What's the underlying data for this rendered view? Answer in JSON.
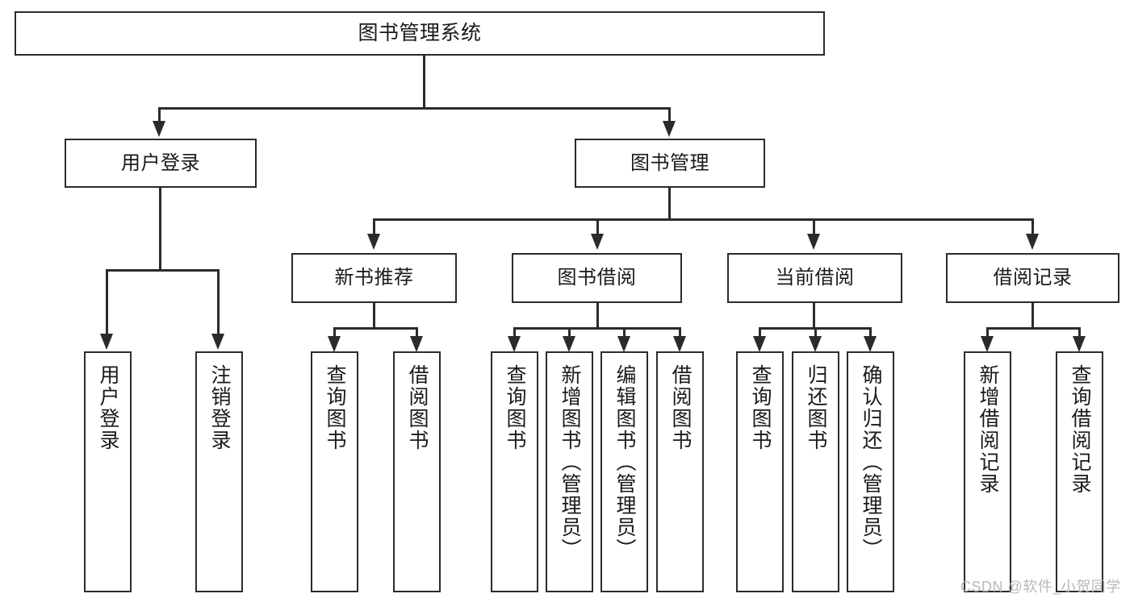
{
  "diagram": {
    "title_node": {
      "label": "图书管理系统"
    },
    "level2": [
      {
        "id": "user-login",
        "label": "用户登录"
      },
      {
        "id": "book-management",
        "label": "图书管理"
      }
    ],
    "level3": [
      {
        "id": "new-book-recommend",
        "label": "新书推荐"
      },
      {
        "id": "book-borrow",
        "label": "图书借阅"
      },
      {
        "id": "current-borrow",
        "label": "当前借阅"
      },
      {
        "id": "borrow-record",
        "label": "借阅记录"
      }
    ],
    "leaves": {
      "user_login": [
        {
          "id": "leaf-user-login",
          "label": "用户登录"
        },
        {
          "id": "leaf-logout-login",
          "label": "注销登录"
        }
      ],
      "new_book_recommend": [
        {
          "id": "leaf-query-book-1",
          "label": "查询图书"
        },
        {
          "id": "leaf-borrow-book-1",
          "label": "借阅图书"
        }
      ],
      "book_borrow": [
        {
          "id": "leaf-query-book-2",
          "label": "查询图书"
        },
        {
          "id": "leaf-add-book-admin",
          "label": "新增图书（管理员）"
        },
        {
          "id": "leaf-edit-book-admin",
          "label": "编辑图书（管理员）"
        },
        {
          "id": "leaf-borrow-book-2",
          "label": "借阅图书"
        }
      ],
      "current_borrow": [
        {
          "id": "leaf-query-book-3",
          "label": "查询图书"
        },
        {
          "id": "leaf-return-book",
          "label": "归还图书"
        },
        {
          "id": "leaf-confirm-return-admin",
          "label": "确认归还（管理员）"
        }
      ],
      "borrow_record": [
        {
          "id": "leaf-add-borrow-record",
          "label": "新增借阅记录"
        },
        {
          "id": "leaf-query-borrow-record",
          "label": "查询借阅记录"
        }
      ]
    }
  },
  "watermark": {
    "text": "CSDN @软件_小贺同学"
  },
  "colors": {
    "stroke": "#2b2b2b",
    "fill": "#ffffff",
    "text": "#1a1a1a",
    "watermark": "#b9b9b9"
  }
}
